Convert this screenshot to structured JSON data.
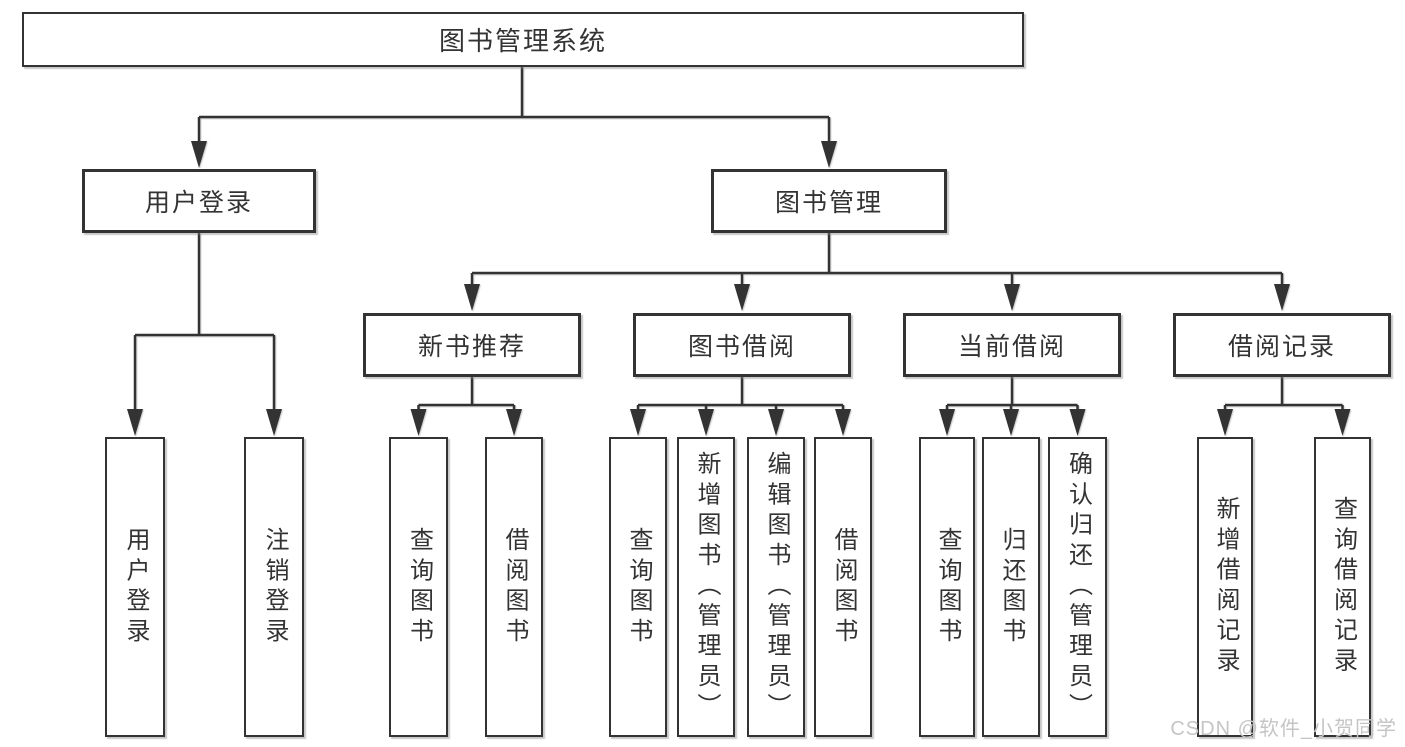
{
  "colors": {
    "line": "#333333",
    "text": "#333333",
    "background": "#ffffff",
    "watermark": "#c5c5c5"
  },
  "tree": {
    "root": "图书管理系统",
    "login": {
      "label": "用户登录",
      "children": [
        "用户登录",
        "注销登录"
      ]
    },
    "manage": {
      "label": "图书管理",
      "sections": [
        {
          "label": "新书推荐",
          "children": [
            "查询图书",
            "借阅图书"
          ]
        },
        {
          "label": "图书借阅",
          "children": [
            "查询图书",
            "新增图书（管理员）",
            "编辑图书（管理员）",
            "借阅图书"
          ]
        },
        {
          "label": "当前借阅",
          "children": [
            "查询图书",
            "归还图书",
            "确认归还（管理员）"
          ]
        },
        {
          "label": "借阅记录",
          "children": [
            "新增借阅记录",
            "查询借阅记录"
          ]
        }
      ]
    }
  },
  "watermark": "CSDN @软件_小贺同学"
}
